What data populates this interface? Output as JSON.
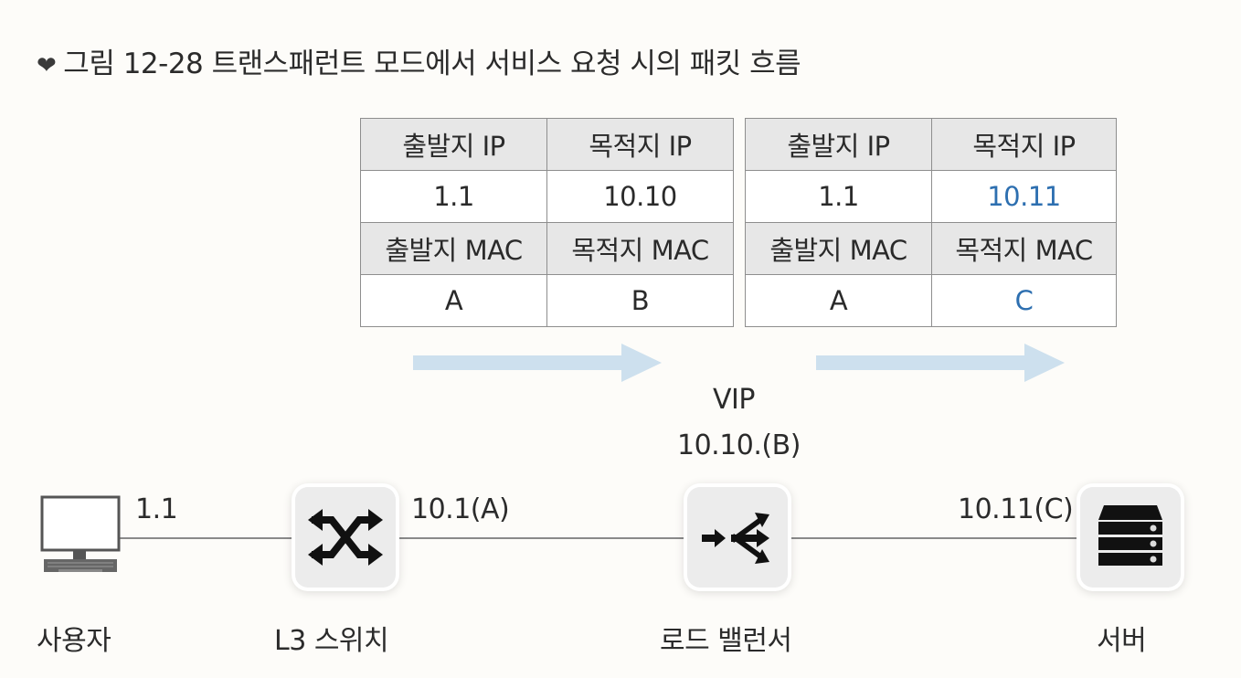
{
  "figure": {
    "icon": "chevron-down-icon",
    "title": "그림 12-28 트랜스패런트 모드에서 서비스 요청 시의 패킷 흐름"
  },
  "packets": [
    {
      "src_ip_label": "출발지 IP",
      "dst_ip_label": "목적지 IP",
      "src_ip": "1.1",
      "dst_ip": "10.10",
      "src_mac_label": "출발지 MAC",
      "dst_mac_label": "목적지 MAC",
      "src_mac": "A",
      "dst_mac": "B"
    },
    {
      "src_ip_label": "출발지 IP",
      "dst_ip_label": "목적지 IP",
      "src_ip": "1.1",
      "dst_ip": "10.11",
      "src_mac_label": "출발지 MAC",
      "dst_mac_label": "목적지 MAC",
      "src_mac": "A",
      "dst_mac": "C"
    }
  ],
  "vip": {
    "label": "VIP",
    "address": "10.10.(B)"
  },
  "nodes": {
    "user": {
      "name": "사용자",
      "address": "1.1",
      "icon": "computer-icon"
    },
    "switch": {
      "name": "L3 스위치",
      "address": "10.1(A)",
      "icon": "switch-arrows-icon"
    },
    "load_balancer": {
      "name": "로드 밸런서",
      "icon": "load-balancer-icon"
    },
    "server": {
      "name": "서버",
      "address": "10.11(C)",
      "icon": "server-icon"
    }
  },
  "colors": {
    "highlight": "#2d6fb0",
    "flow_arrow": "#cde0ee",
    "header_bg": "#e7e7e7"
  }
}
